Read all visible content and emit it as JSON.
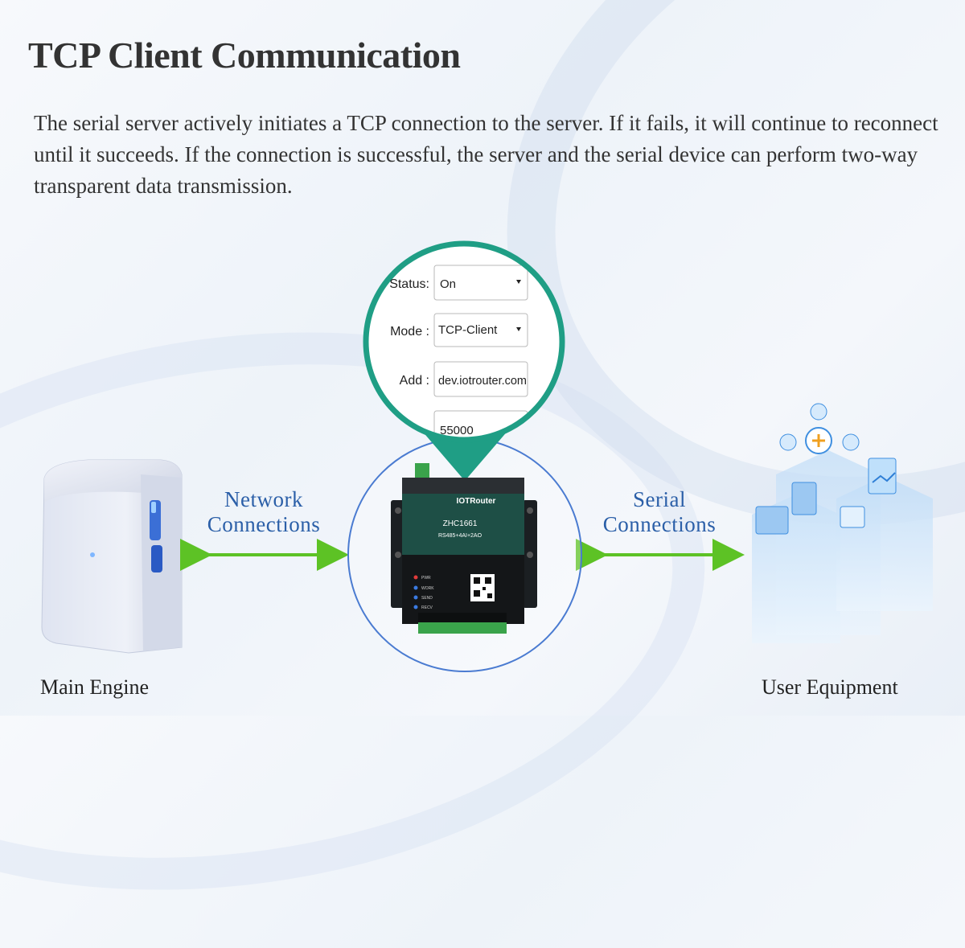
{
  "title": "TCP Client Communication",
  "description": "The serial server actively initiates a TCP connection to the server. If it fails, it will continue to reconnect until it succeeds. If the connection is successful, the server and the serial device can perform two-way transparent data transmission.",
  "left_link": {
    "line1": "Network",
    "line2": "Connections"
  },
  "right_link": {
    "line1": "Serial",
    "line2": "Connections"
  },
  "left_device_label": "Main Engine",
  "right_device_label": "User Equipment",
  "config": {
    "status_label": "Status:",
    "status_value": "On",
    "mode_label": "Mode :",
    "mode_value": "TCP-Client",
    "add_label": "Add :",
    "add_value": "dev.iotrouter.com",
    "port_value": "55000"
  },
  "device": {
    "brand": "IOTRouter",
    "model": "ZHC1661",
    "spec": "RS485+4AI+2AO",
    "leds": [
      "PWR",
      "WORK",
      "SEND",
      "RECV"
    ]
  },
  "colors": {
    "accent_teal": "#1f9e85",
    "arrow_green": "#5dc225",
    "label_blue": "#2b5fa8",
    "circle_blue": "#4a7bd1"
  }
}
